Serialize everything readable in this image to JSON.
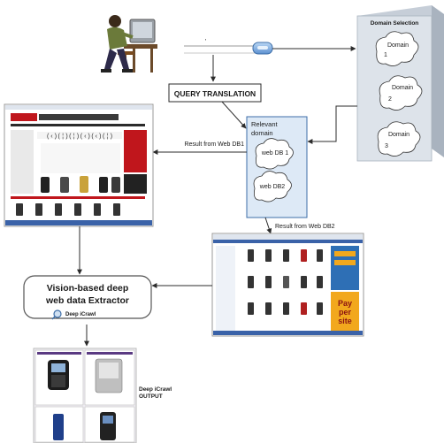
{
  "title": "",
  "query_box": {
    "placeholder_mark": "'"
  },
  "query_translation": "QUERY TRANSLATION",
  "domain_selection": {
    "title": "Domain Selection",
    "domains": [
      {
        "name": "Domain",
        "num": "1"
      },
      {
        "name": "Domain",
        "num": "2"
      },
      {
        "name": "Domain",
        "num": "3"
      }
    ]
  },
  "relevant_domain": {
    "title_line1": "Relevant",
    "title_line2": "domain",
    "dbs": [
      "web DB 1",
      "web DB2"
    ]
  },
  "result_db1": "Result from Web DB1",
  "result_db2": "Result from Web DB2",
  "extractor": {
    "line1": "Vision-based deep",
    "line2": "web data Extractor",
    "badge": "Deep iCrawl"
  },
  "output": {
    "line1": "Deep iCrawl",
    "line2": "OUTPUT"
  },
  "colors": {
    "arrow": "#2b2b2b",
    "domain_panel": "#dde3ea",
    "relevant_panel": "#dde9f6",
    "extractor_border": "#555555",
    "accent_red": "#c0161c",
    "accent_orange": "#f2a81d",
    "output_bg": "#5a3a82"
  },
  "icons": [
    "user-at-computer-icon",
    "search-button-icon",
    "magnifier-icon"
  ]
}
